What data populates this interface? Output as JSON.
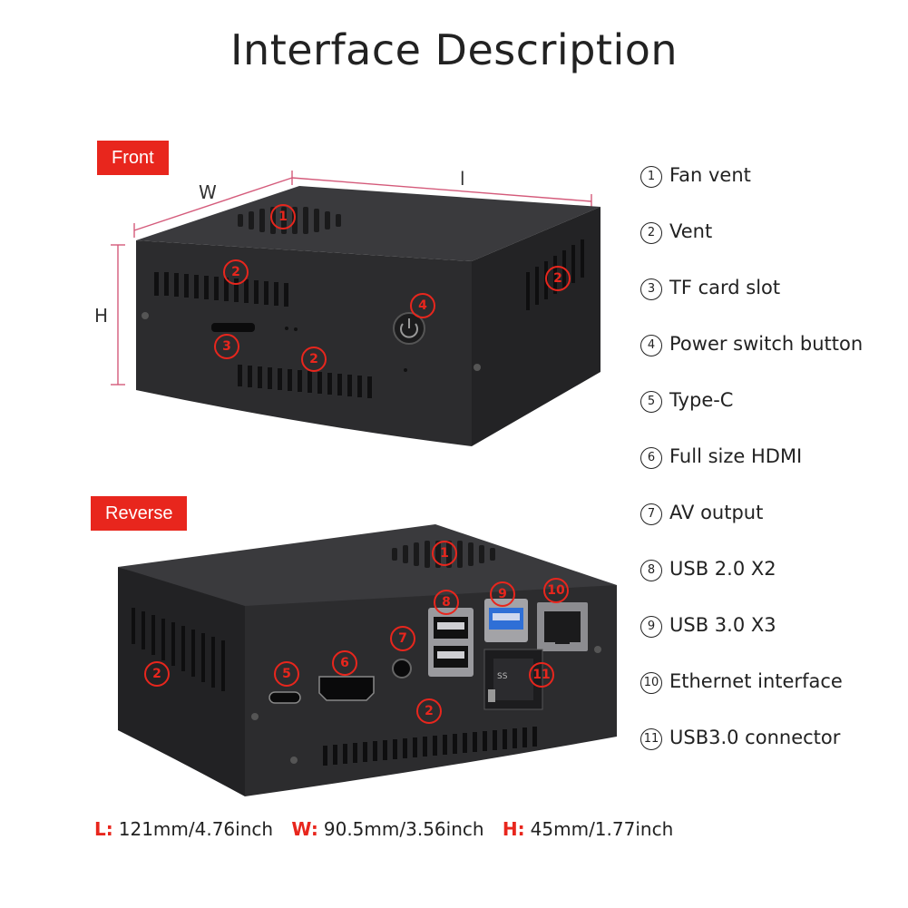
{
  "title": "Interface Description",
  "views": {
    "front_label": "Front",
    "reverse_label": "Reverse"
  },
  "dimension_labels": {
    "w": "W",
    "l": "l",
    "h": "H"
  },
  "legend": [
    {
      "num": "1",
      "label": "Fan vent"
    },
    {
      "num": "2",
      "label": "Vent"
    },
    {
      "num": "3",
      "label": "TF card slot"
    },
    {
      "num": "4",
      "label": "Power switch button"
    },
    {
      "num": "5",
      "label": "Type-C"
    },
    {
      "num": "6",
      "label": "Full size HDMI"
    },
    {
      "num": "7",
      "label": "AV output"
    },
    {
      "num": "8",
      "label": "USB 2.0 X2"
    },
    {
      "num": "9",
      "label": "USB 3.0 X3"
    },
    {
      "num": "10",
      "label": "Ethernet interface"
    },
    {
      "num": "11",
      "label": "USB3.0 connector"
    }
  ],
  "markers": {
    "front": [
      "1",
      "2",
      "2",
      "3",
      "2",
      "4"
    ],
    "reverse": [
      "1",
      "8",
      "9",
      "10",
      "7",
      "5",
      "6",
      "11",
      "2",
      "2"
    ]
  },
  "dimensions": [
    {
      "key": "L:",
      "value": "121mm/4.76inch"
    },
    {
      "key": "W:",
      "value": "90.5mm/3.56inch"
    },
    {
      "key": "H:",
      "value": "45mm/1.77inch"
    }
  ],
  "colors": {
    "accent": "#e8261d",
    "case": "#2a2a2c",
    "case_top": "#3a3a3d",
    "blue_usb": "#2f6fd6"
  }
}
